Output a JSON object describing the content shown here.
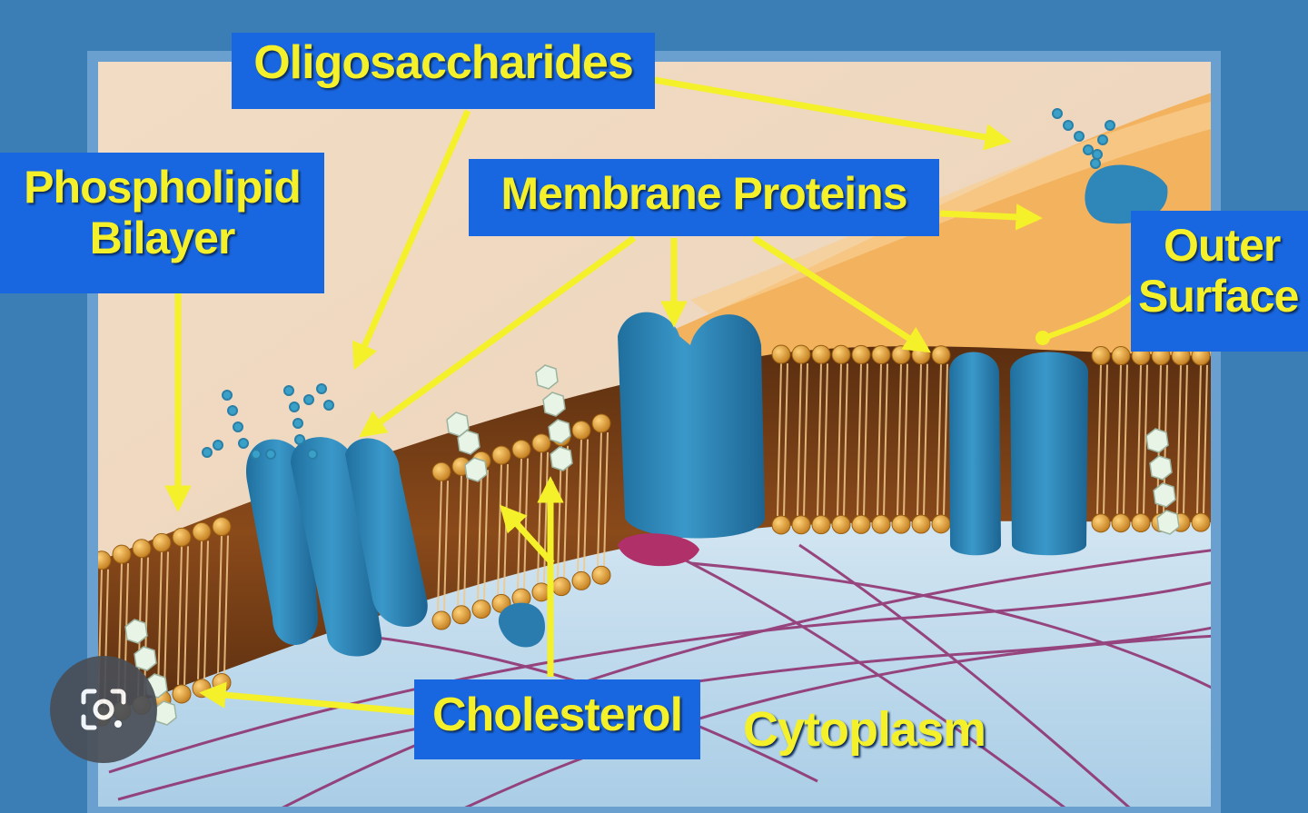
{
  "labels": {
    "oligosaccharides": "Oligosaccharides",
    "phospholipid_line1": "Phospholipid",
    "phospholipid_line2": "Bilayer",
    "membrane_proteins": "Membrane Proteins",
    "outer_line1": "Outer",
    "outer_line2": "Surface",
    "cholesterol": "Cholesterol",
    "cytoplasm": "Cytoplasm"
  },
  "colors": {
    "frame": "#3b7db5",
    "label_bg": "#1967e0",
    "label_text": "#f4f02a",
    "arrow": "#f4f02a",
    "protein": "#2f86b8",
    "lipid_head": "#e0a038",
    "cytoplasm": "#b9d6ea",
    "fiber": "#8e2a6a"
  },
  "icons": {
    "lens_button": "google-lens-icon"
  }
}
